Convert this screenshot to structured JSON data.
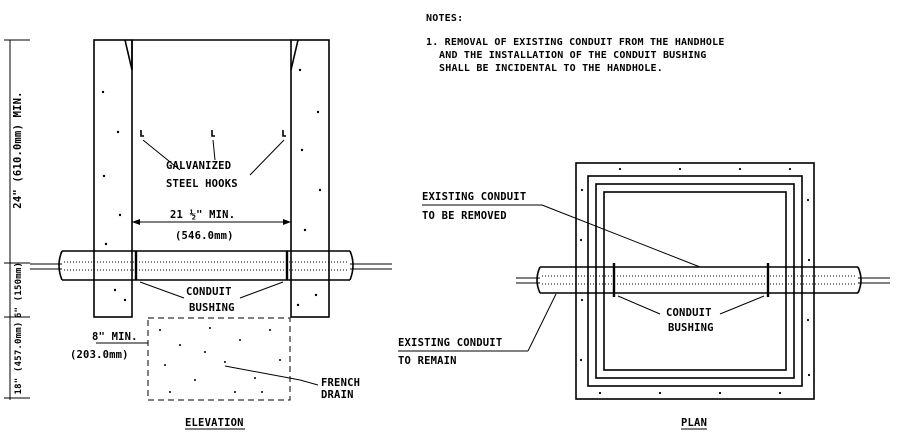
{
  "notes": {
    "heading": "NOTES:",
    "line1": "1. REMOVAL OF EXISTING CONDUIT FROM THE HANDHOLE",
    "line2": "AND THE INSTALLATION OF THE CONDUIT BUSHING",
    "line3": "SHALL BE INCIDENTAL TO THE HANDHOLE."
  },
  "elevation": {
    "title": "ELEVATION",
    "hooks_line1": "GALVANIZED",
    "hooks_line2": "STEEL HOOKS",
    "width_dim": "21 ½\" MIN.",
    "width_metric": "(546.0mm)",
    "conduit": "CONDUIT",
    "bushing": "BUSHING",
    "drain_dim": "8\" MIN.",
    "drain_metric": "(203.0mm)",
    "french1": "FRENCH",
    "french2": "DRAIN",
    "side_dim1": "24\" (610.0mm) MIN.",
    "side_dim2": "6\" (150mm)",
    "side_dim3": "18\" (457.0mm)"
  },
  "plan": {
    "title": "PLAN",
    "existing_removed1": "EXISTING CONDUIT",
    "existing_removed2": "TO BE REMOVED",
    "existing_remain1": "EXISTING CONDUIT",
    "existing_remain2": "TO REMAIN",
    "conduit": "CONDUIT",
    "bushing": "BUSHING"
  }
}
